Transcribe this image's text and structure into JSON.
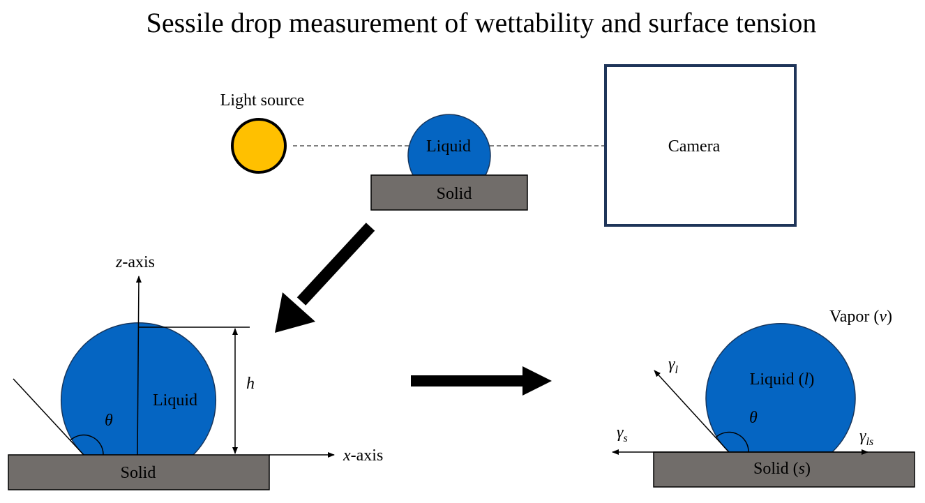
{
  "title": "Sessile drop measurement of wettability and surface tension",
  "setup": {
    "light_source_label": "Light source",
    "liquid_label": "Liquid",
    "solid_label": "Solid",
    "camera_label": "Camera"
  },
  "profile": {
    "z_axis_var": "z",
    "z_axis_suffix": "-axis",
    "x_axis_var": "x",
    "x_axis_suffix": "-axis",
    "height_symbol": "h",
    "angle_symbol": "θ",
    "liquid_label": "Liquid",
    "solid_label": "Solid"
  },
  "forces": {
    "vapor_word": "Vapor (",
    "vapor_symbol": "v",
    "vapor_close": ")",
    "liquid_word": "Liquid (",
    "liquid_symbol": "l",
    "liquid_close": ")",
    "solid_word": "Solid (",
    "solid_symbol": "s",
    "solid_close": ")",
    "angle_symbol": "θ",
    "gamma": "γ",
    "gamma_l_sub": "l",
    "gamma_s_sub": "s",
    "gamma_ls_sub": "ls"
  },
  "colors": {
    "liquid": "#0565C2",
    "liquid_outline": "#17365D",
    "solid": "#716D6A",
    "light_source": "#FFC000",
    "camera_border": "#1F3559"
  }
}
